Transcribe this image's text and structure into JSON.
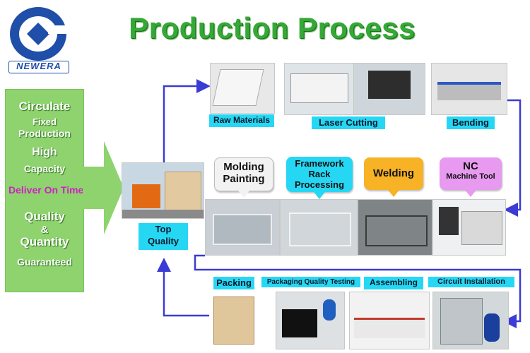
{
  "logo": {
    "text": "NEWERA",
    "accent": "#1f4fa8"
  },
  "title": "Production Process",
  "left_panel": {
    "items": [
      "Circulate",
      "Fixed",
      "Production",
      "High",
      "Capacity",
      "Deliver On Time",
      "Quality",
      "&",
      "Quantity",
      "Guaranteed"
    ],
    "highlight_color": "#d01fc4"
  },
  "steps_top": {
    "raw_materials": "Raw Materials",
    "laser_cutting": "Laser Cutting",
    "bending": "Bending"
  },
  "steps_mid": {
    "molding_painting": [
      "Molding",
      "Painting"
    ],
    "framework": [
      "Framework",
      "Rack",
      "Processing"
    ],
    "welding": "Welding",
    "nc": [
      "NC",
      "Machine Tool"
    ]
  },
  "top_quality": [
    "Top",
    "Quality"
  ],
  "steps_bottom": {
    "packing": "Packing",
    "packaging_testing": "Packaging Quality Testing",
    "assembling": "Assembling",
    "circuit_installation": "Circuit Installation"
  },
  "colors": {
    "label_cyan": "#26d7f4",
    "arrow_blue": "#3b3bd6",
    "green": "#35a937"
  }
}
